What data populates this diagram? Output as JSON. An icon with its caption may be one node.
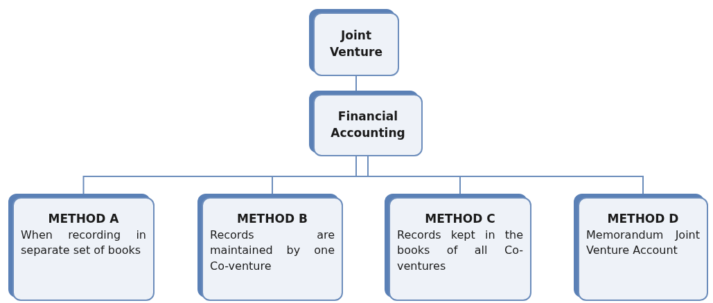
{
  "diagram": {
    "nodes": [
      {
        "text": [
          "Joint Venture"
        ]
      },
      {
        "text": [
          "Financial Accounting"
        ]
      },
      {
        "text": [
          "METHOD A",
          "When recording in separate set of books"
        ]
      },
      {
        "text": [
          "METHOD B",
          "Records are maintained by one Co-venture"
        ]
      },
      {
        "text": [
          "METHOD C",
          "Records kept in the books of all Co-ventures"
        ]
      },
      {
        "text": [
          "METHOD D",
          "Memorandum Joint Venture Account"
        ]
      }
    ],
    "edges": [
      {
        "from": 0,
        "to": 1,
        "arrow": "none"
      },
      {
        "from": 1,
        "to": 2,
        "arrow": "none"
      },
      {
        "from": 1,
        "to": 3,
        "arrow": "none"
      },
      {
        "from": 1,
        "to": 4,
        "arrow": "none"
      },
      {
        "from": 1,
        "to": 5,
        "arrow": "none"
      }
    ]
  }
}
